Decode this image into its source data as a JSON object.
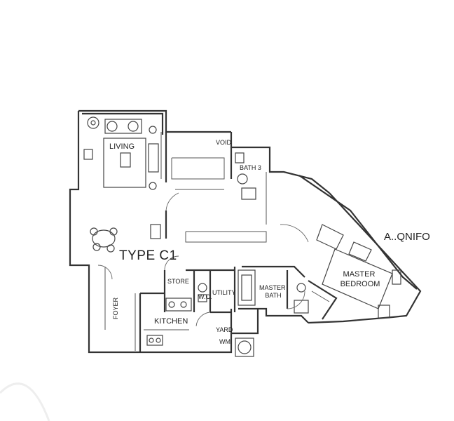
{
  "plan": {
    "type_label": "TYPE C1",
    "watermark": "A..QNIFO",
    "rooms": {
      "living": "LIVING",
      "void": "VOID",
      "bath3": "BATH 3",
      "store": "STORE",
      "wc": "W.C.",
      "utility": "UTILITY",
      "master_bath": "MASTER\nBATH",
      "master_bedroom": "MASTER\nBEDROOM",
      "foyer": "FOYER",
      "kitchen": "KITCHEN",
      "yard": "YARD",
      "wm": "WM"
    }
  }
}
